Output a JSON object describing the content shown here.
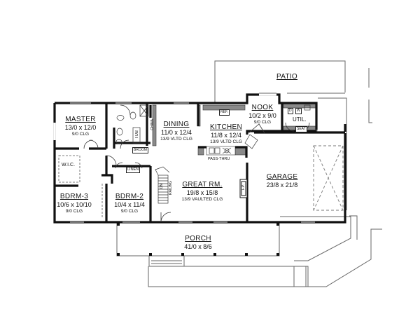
{
  "plan": {
    "rooms": [
      {
        "key": "patio",
        "name": "PATIO",
        "dim": "",
        "clg": ""
      },
      {
        "key": "nook",
        "name": "NOOK",
        "dim": "10/2 x 9/0",
        "clg": "9/0 CLG"
      },
      {
        "key": "master",
        "name": "MASTER",
        "dim": "13/0 x 12/0",
        "clg": "9/0 CLG"
      },
      {
        "key": "dining",
        "name": "DINING",
        "dim": "11/0 x 12/4",
        "clg": "13/9 VLTD CLG"
      },
      {
        "key": "kitchen",
        "name": "KITCHEN",
        "dim": "11/8 x 12/4",
        "clg": "13/9 VLTD CLG"
      },
      {
        "key": "great",
        "name": "GREAT RM.",
        "dim": "19/8 x 15/8",
        "clg": "13/9 VAULTED CLG"
      },
      {
        "key": "garage",
        "name": "GARAGE",
        "dim": "23/8 x 21/8",
        "clg": ""
      },
      {
        "key": "bdrm3",
        "name": "BDRM-3",
        "dim": "10/6 x 10/10",
        "clg": "9/0 CLG"
      },
      {
        "key": "bdrm2",
        "name": "BDRM-2",
        "dim": "10/4 x 11/4",
        "clg": "9/0 CLG"
      },
      {
        "key": "porch",
        "name": "PORCH",
        "dim": "41/0 x 8/6",
        "clg": ""
      }
    ],
    "labels": {
      "wic": "W.I.C.",
      "linen": "LINEN",
      "broom": "BROOM",
      "tub": "TUB",
      "china": "CHINA",
      "ref": "REF.",
      "pass_thru": "PASS-THRU",
      "util": "UTIL.",
      "seat": "SEAT",
      "dryer": "D",
      "washer": "W",
      "dn": "DN",
      "railing": "RAILING",
      "fp": "F.P."
    },
    "colors": {
      "wall": "#111111",
      "thin_line": "#555555",
      "counter": "#8a8a8a",
      "background": "#ffffff"
    }
  }
}
